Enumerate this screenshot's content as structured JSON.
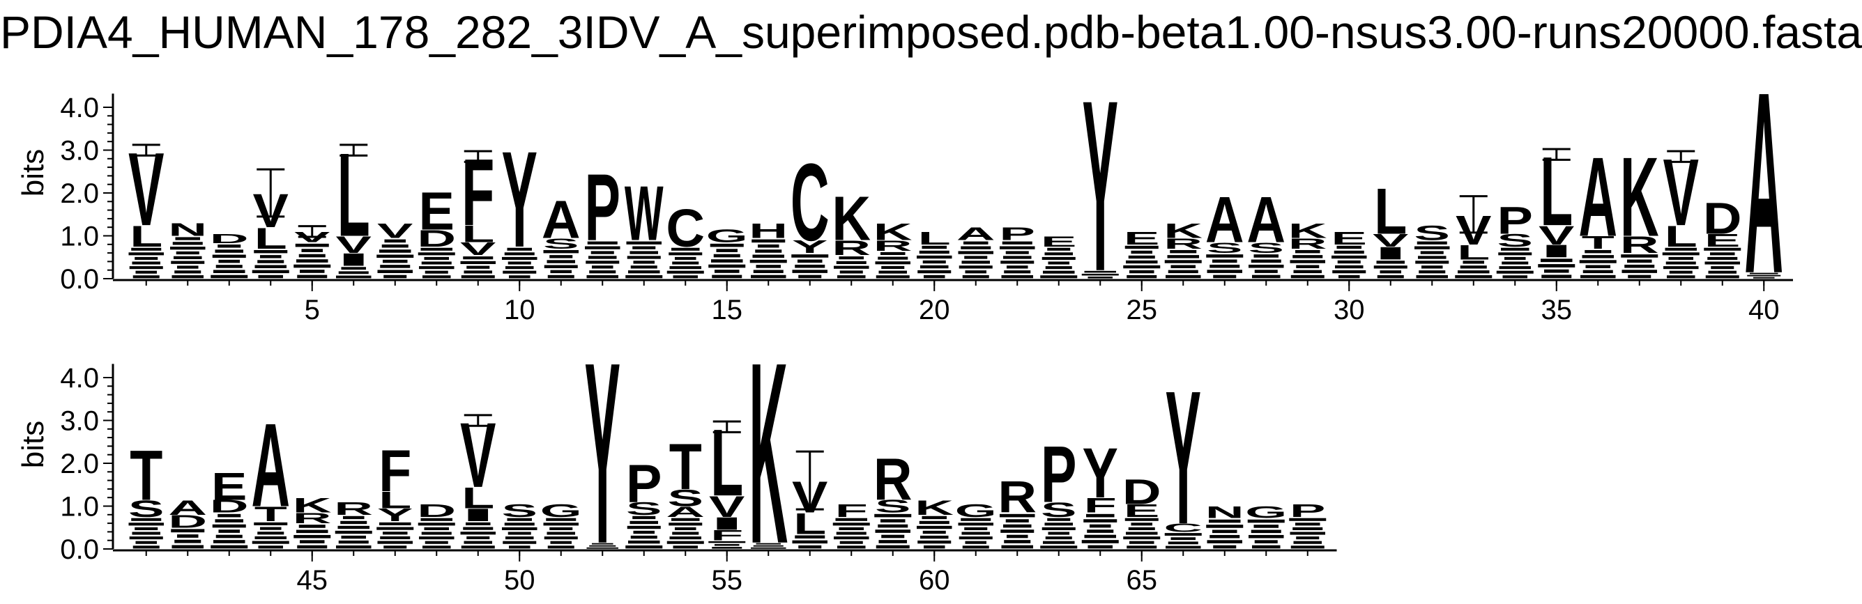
{
  "title": "PDIA4_HUMAN_178_282_3IDV_A_superimposed.pdb-beta1.00-nsus3.00-runs20000.fasta",
  "chart_data": {
    "type": "sequence_logo",
    "ylabel": "bits",
    "ylim": [
      0,
      4.32
    ],
    "yticks": [
      "0.0",
      "1.0",
      "2.0",
      "3.0",
      "4.0"
    ],
    "panels": [
      {
        "name": "positions-1-40",
        "first_position": 1,
        "last_position": 40,
        "xticks": [
          "5",
          "10",
          "15",
          "20",
          "25",
          "30",
          "35",
          "40"
        ]
      },
      {
        "name": "positions-41-69",
        "first_position": 41,
        "last_position": 69,
        "xticks": [
          "45",
          "50",
          "55",
          "60",
          "65"
        ]
      }
    ],
    "positions": [
      {
        "pos": 1,
        "total": 3.0,
        "letters": [
          {
            "aa": "V",
            "h": 1.75
          },
          {
            "aa": "L",
            "h": 0.5
          }
        ],
        "err": 0.25
      },
      {
        "pos": 2,
        "total": 1.3,
        "letters": [
          {
            "aa": "N",
            "h": 0.3
          }
        ]
      },
      {
        "pos": 3,
        "total": 1.05,
        "letters": [
          {
            "aa": "D",
            "h": 0.22
          }
        ]
      },
      {
        "pos": 4,
        "total": 2.0,
        "letters": [
          {
            "aa": "V",
            "h": 0.8
          },
          {
            "aa": "L",
            "h": 0.5
          }
        ],
        "err": 1.1
      },
      {
        "pos": 5,
        "total": 1.1,
        "letters": [
          {
            "aa": "V",
            "h": 0.25
          }
        ],
        "err": 0.25
      },
      {
        "pos": 6,
        "total": 3.0,
        "letters": [
          {
            "aa": "L",
            "h": 2.0
          },
          {
            "aa": "V",
            "h": 0.4
          },
          {
            "aa": "I",
            "h": 0.3
          }
        ],
        "err": 0.25
      },
      {
        "pos": 7,
        "total": 1.3,
        "letters": [
          {
            "aa": "V",
            "h": 0.35
          }
        ]
      },
      {
        "pos": 8,
        "total": 2.05,
        "letters": [
          {
            "aa": "E",
            "h": 0.9
          },
          {
            "aa": "D",
            "h": 0.4
          }
        ]
      },
      {
        "pos": 9,
        "total": 2.85,
        "letters": [
          {
            "aa": "F",
            "h": 1.6
          },
          {
            "aa": "L",
            "h": 0.4
          },
          {
            "aa": "V",
            "h": 0.3
          }
        ],
        "err": 0.25
      },
      {
        "pos": 10,
        "total": 3.05,
        "letters": [
          {
            "aa": "Y",
            "h": 2.3
          }
        ]
      },
      {
        "pos": 11,
        "total": 1.85,
        "letters": [
          {
            "aa": "A",
            "h": 0.9
          },
          {
            "aa": "S",
            "h": 0.25
          }
        ]
      },
      {
        "pos": 12,
        "total": 2.5,
        "letters": [
          {
            "aa": "P",
            "h": 1.6
          }
        ]
      },
      {
        "pos": 13,
        "total": 2.2,
        "letters": [
          {
            "aa": "W",
            "h": 1.3
          }
        ]
      },
      {
        "pos": 14,
        "total": 1.65,
        "letters": [
          {
            "aa": "C",
            "h": 0.9
          }
        ]
      },
      {
        "pos": 15,
        "total": 1.15,
        "letters": [
          {
            "aa": "G",
            "h": 0.3
          }
        ]
      },
      {
        "pos": 16,
        "total": 1.3,
        "letters": [
          {
            "aa": "H",
            "h": 0.35
          }
        ]
      },
      {
        "pos": 17,
        "total": 2.75,
        "letters": [
          {
            "aa": "C",
            "h": 1.85
          },
          {
            "aa": "Y",
            "h": 0.3
          }
        ]
      },
      {
        "pos": 18,
        "total": 1.95,
        "letters": [
          {
            "aa": "K",
            "h": 1.05
          },
          {
            "aa": "R",
            "h": 0.35
          }
        ]
      },
      {
        "pos": 19,
        "total": 1.3,
        "letters": [
          {
            "aa": "K",
            "h": 0.4
          },
          {
            "aa": "R",
            "h": 0.25
          }
        ]
      },
      {
        "pos": 20,
        "total": 1.1,
        "letters": [
          {
            "aa": "L",
            "h": 0.3
          }
        ]
      },
      {
        "pos": 21,
        "total": 1.2,
        "letters": [
          {
            "aa": "A",
            "h": 0.3
          }
        ]
      },
      {
        "pos": 22,
        "total": 1.2,
        "letters": [
          {
            "aa": "P",
            "h": 0.3
          }
        ]
      },
      {
        "pos": 23,
        "total": 1.0,
        "letters": [
          {
            "aa": "E",
            "h": 0.25
          }
        ]
      },
      {
        "pos": 24,
        "total": 4.3,
        "letters": [
          {
            "aa": "Y",
            "h": 4.1
          }
        ]
      },
      {
        "pos": 25,
        "total": 1.1,
        "letters": [
          {
            "aa": "E",
            "h": 0.3
          }
        ]
      },
      {
        "pos": 26,
        "total": 1.3,
        "letters": [
          {
            "aa": "K",
            "h": 0.35
          },
          {
            "aa": "R",
            "h": 0.25
          }
        ]
      },
      {
        "pos": 27,
        "total": 1.95,
        "letters": [
          {
            "aa": "A",
            "h": 1.1
          },
          {
            "aa": "S",
            "h": 0.25
          }
        ]
      },
      {
        "pos": 28,
        "total": 1.95,
        "letters": [
          {
            "aa": "A",
            "h": 1.1
          },
          {
            "aa": "S",
            "h": 0.25
          }
        ]
      },
      {
        "pos": 29,
        "total": 1.3,
        "letters": [
          {
            "aa": "K",
            "h": 0.35
          },
          {
            "aa": "R",
            "h": 0.25
          }
        ]
      },
      {
        "pos": 30,
        "total": 1.1,
        "letters": [
          {
            "aa": "E",
            "h": 0.3
          }
        ]
      },
      {
        "pos": 31,
        "total": 2.15,
        "letters": [
          {
            "aa": "L",
            "h": 1.1
          },
          {
            "aa": "V",
            "h": 0.3
          },
          {
            "aa": "I",
            "h": 0.3
          }
        ]
      },
      {
        "pos": 32,
        "total": 1.25,
        "letters": [
          {
            "aa": "S",
            "h": 0.35
          }
        ]
      },
      {
        "pos": 33,
        "total": 1.5,
        "letters": [
          {
            "aa": "V",
            "h": 0.7
          },
          {
            "aa": "L",
            "h": 0.35
          }
        ],
        "err": 0.85
      },
      {
        "pos": 34,
        "total": 1.7,
        "letters": [
          {
            "aa": "P",
            "h": 0.65
          },
          {
            "aa": "S",
            "h": 0.3
          }
        ]
      },
      {
        "pos": 35,
        "total": 2.9,
        "letters": [
          {
            "aa": "L",
            "h": 1.65
          },
          {
            "aa": "V",
            "h": 0.45
          },
          {
            "aa": "I",
            "h": 0.3
          }
        ],
        "err": 0.25
      },
      {
        "pos": 36,
        "total": 2.9,
        "letters": [
          {
            "aa": "A",
            "h": 1.9
          },
          {
            "aa": "T",
            "h": 0.3
          }
        ]
      },
      {
        "pos": 37,
        "total": 2.9,
        "letters": [
          {
            "aa": "K",
            "h": 1.9
          },
          {
            "aa": "R",
            "h": 0.4
          }
        ]
      },
      {
        "pos": 38,
        "total": 2.85,
        "letters": [
          {
            "aa": "V",
            "h": 1.6
          },
          {
            "aa": "L",
            "h": 0.5
          }
        ],
        "err": 0.25
      },
      {
        "pos": 39,
        "total": 1.8,
        "letters": [
          {
            "aa": "D",
            "h": 0.75
          },
          {
            "aa": "E",
            "h": 0.3
          }
        ]
      },
      {
        "pos": 40,
        "total": 4.5,
        "letters": [
          {
            "aa": "A",
            "h": 4.35
          }
        ]
      },
      {
        "pos": 41,
        "total": 2.35,
        "letters": [
          {
            "aa": "T",
            "h": 1.2
          },
          {
            "aa": "S",
            "h": 0.4
          }
        ]
      },
      {
        "pos": 42,
        "total": 1.15,
        "letters": [
          {
            "aa": "A",
            "h": 0.35
          },
          {
            "aa": "D",
            "h": 0.3
          }
        ]
      },
      {
        "pos": 43,
        "total": 1.8,
        "letters": [
          {
            "aa": "E",
            "h": 0.65
          },
          {
            "aa": "D",
            "h": 0.3
          }
        ]
      },
      {
        "pos": 44,
        "total": 3.0,
        "letters": [
          {
            "aa": "A",
            "h": 2.0
          },
          {
            "aa": "T",
            "h": 0.35
          }
        ]
      },
      {
        "pos": 45,
        "total": 1.2,
        "letters": [
          {
            "aa": "K",
            "h": 0.35
          },
          {
            "aa": "R",
            "h": 0.25
          }
        ]
      },
      {
        "pos": 46,
        "total": 1.1,
        "letters": [
          {
            "aa": "R",
            "h": 0.3
          }
        ]
      },
      {
        "pos": 47,
        "total": 2.35,
        "letters": [
          {
            "aa": "F",
            "h": 1.0
          },
          {
            "aa": "L",
            "h": 0.4
          },
          {
            "aa": "Y",
            "h": 0.3
          }
        ]
      },
      {
        "pos": 48,
        "total": 1.05,
        "letters": [
          {
            "aa": "D",
            "h": 0.3
          }
        ]
      },
      {
        "pos": 49,
        "total": 3.0,
        "letters": [
          {
            "aa": "V",
            "h": 1.55
          },
          {
            "aa": "L",
            "h": 0.5
          },
          {
            "aa": "I",
            "h": 0.3
          }
        ],
        "err": 0.25
      },
      {
        "pos": 50,
        "total": 1.05,
        "letters": [
          {
            "aa": "S",
            "h": 0.3
          }
        ]
      },
      {
        "pos": 51,
        "total": 1.05,
        "letters": [
          {
            "aa": "G",
            "h": 0.3
          }
        ]
      },
      {
        "pos": 52,
        "total": 4.5,
        "letters": [
          {
            "aa": "Y",
            "h": 4.35
          }
        ]
      },
      {
        "pos": 53,
        "total": 2.0,
        "letters": [
          {
            "aa": "P",
            "h": 0.9
          },
          {
            "aa": "S",
            "h": 0.3
          }
        ]
      },
      {
        "pos": 54,
        "total": 2.5,
        "letters": [
          {
            "aa": "T",
            "h": 1.1
          },
          {
            "aa": "S",
            "h": 0.4
          },
          {
            "aa": "A",
            "h": 0.25
          }
        ]
      },
      {
        "pos": 55,
        "total": 2.85,
        "letters": [
          {
            "aa": "L",
            "h": 1.6
          },
          {
            "aa": "V",
            "h": 0.5
          },
          {
            "aa": "I",
            "h": 0.3
          },
          {
            "aa": "F",
            "h": 0.25
          }
        ],
        "err": 0.25
      },
      {
        "pos": 56,
        "total": 4.5,
        "letters": [
          {
            "aa": "K",
            "h": 4.35
          }
        ]
      },
      {
        "pos": 57,
        "total": 1.6,
        "letters": [
          {
            "aa": "V",
            "h": 0.75
          },
          {
            "aa": "L",
            "h": 0.5
          }
        ],
        "err": 1.35
      },
      {
        "pos": 58,
        "total": 1.05,
        "letters": [
          {
            "aa": "F",
            "h": 0.3
          }
        ]
      },
      {
        "pos": 59,
        "total": 2.15,
        "letters": [
          {
            "aa": "R",
            "h": 1.0
          },
          {
            "aa": "S",
            "h": 0.3
          }
        ]
      },
      {
        "pos": 60,
        "total": 1.15,
        "letters": [
          {
            "aa": "K",
            "h": 0.35
          }
        ]
      },
      {
        "pos": 61,
        "total": 1.05,
        "letters": [
          {
            "aa": "G",
            "h": 0.3
          }
        ]
      },
      {
        "pos": 62,
        "total": 1.6,
        "letters": [
          {
            "aa": "R",
            "h": 0.75
          }
        ]
      },
      {
        "pos": 63,
        "total": 2.45,
        "letters": [
          {
            "aa": "P",
            "h": 1.35
          },
          {
            "aa": "S",
            "h": 0.35
          }
        ]
      },
      {
        "pos": 64,
        "total": 2.4,
        "letters": [
          {
            "aa": "Y",
            "h": 1.2
          },
          {
            "aa": "F",
            "h": 0.35
          }
        ]
      },
      {
        "pos": 65,
        "total": 1.65,
        "letters": [
          {
            "aa": "D",
            "h": 0.6
          },
          {
            "aa": "E",
            "h": 0.3
          }
        ]
      },
      {
        "pos": 66,
        "total": 3.8,
        "letters": [
          {
            "aa": "Y",
            "h": 3.2
          },
          {
            "aa": "C",
            "h": 0.2
          }
        ]
      },
      {
        "pos": 67,
        "total": 1.0,
        "letters": [
          {
            "aa": "N",
            "h": 0.28
          }
        ]
      },
      {
        "pos": 68,
        "total": 1.0,
        "letters": [
          {
            "aa": "G",
            "h": 0.28
          }
        ]
      },
      {
        "pos": 69,
        "total": 1.05,
        "letters": [
          {
            "aa": "P",
            "h": 0.3
          }
        ]
      }
    ]
  }
}
